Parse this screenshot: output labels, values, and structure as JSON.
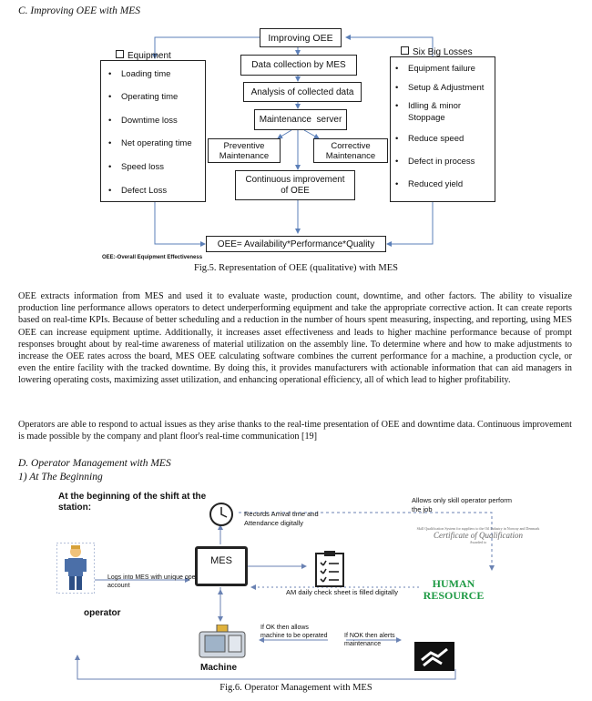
{
  "section_c": "C.   Improving OEE with MES",
  "fig5": {
    "top_box": "Improving OEE",
    "equipment_header": "Equipment",
    "equipment_items": [
      "Loading time",
      "Operating time",
      "Downtime loss",
      "Net operating time",
      "Speed loss",
      "Defect Loss"
    ],
    "losses_header": "Six Big Losses",
    "losses_items": [
      "Equipment failure",
      "Setup & Adjustment",
      "Idling & minor Stoppage",
      "Reduce speed",
      "Defect in process",
      "Reduced yield"
    ],
    "data_collection": "Data collection by MES",
    "analysis": "Analysis of collected data",
    "maintenance_server": "Maintenance  server",
    "preventive": "Preventive Maintenance",
    "corrective": "Corrective Maintenance",
    "continuous": "Continuous improvement of OEE",
    "formula": "OEE= Availability*Performance*Quality",
    "footnote": "OEE:-Overall Equipment Effectiveness",
    "caption": "Fig.5. Representation of OEE (qualitative) with MES"
  },
  "paragraph1": "OEE extracts information from MES and used it to evaluate waste, production count, downtime, and other factors. The ability to visualize production line performance allows operators to detect underperforming equipment and take the appropriate corrective action. It can create reports based on real-time KPIs. Because of better scheduling and a reduction in the number of hours spent measuring, inspecting, and reporting, using MES OEE can increase equipment uptime. Additionally, it increases asset effectiveness and leads to higher machine performance because of prompt responses brought about by real-time awareness of material utilization on the assembly line. To determine where and how to make adjustments to increase the OEE rates across the board, MES OEE calculating software combines the current performance for a machine, a production cycle, or even the entire facility with the tracked downtime. By doing this, it provides manufacturers with actionable information that  can aid managers in lowering operating costs, maximizing asset utilization, and enhancing operational efficiency, all of which lead to higher profitability.",
  "paragraph2": "Operators are able to respond to actual issues as they arise thanks to the real-time presentation of OEE and downtime data. Continuous improvement is made possible by the company and plant floor's real-time communication [19]",
  "section_d": "D.   Operator Management with MES",
  "subsection_1": "1)   At The Beginning",
  "fig6": {
    "title": "At the beginning of the shift at the station:",
    "records": "Records Arrival time and Attendance digitally",
    "allows": "Allows only skill operator perform the job",
    "cert_small": "Skill Qualification System for suppliers to the Oil Industry in Norway and Denmark",
    "cert_title": "Certificate of Qualification",
    "cert_awarded": "Awarded to",
    "mes": "MES",
    "logs": "Logs into MES with unique operator account",
    "checksheet": "AM daily check sheet is filled digitally",
    "human": "HUMAN",
    "resource": "RESOURCE",
    "operator": "operator",
    "ifok": "If OK then allows machine to be operated",
    "ifnok": "If NOK then alerts maintenance",
    "machine": "Machine",
    "caption": "Fig.6. Operator Management with MES"
  }
}
